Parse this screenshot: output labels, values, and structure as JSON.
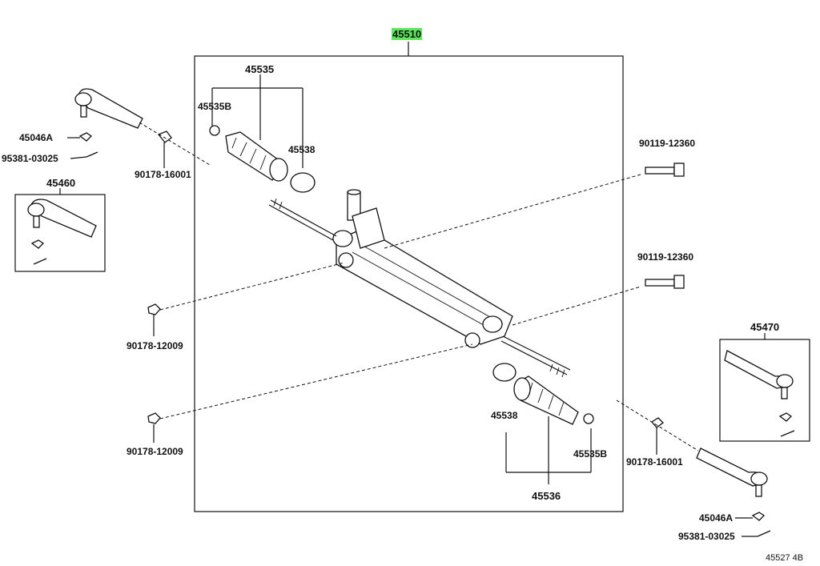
{
  "diagram": {
    "labels": {
      "rack_assembly": "45510",
      "boot_left": "45535",
      "clamp_left": "45535B",
      "band_left": "45538",
      "tie_rod_end_left_nut": "45046A",
      "cotter_pin_left": "95381-03025",
      "nut_left_upper": "90178-16001",
      "tie_rod_end_left_kit": "45460",
      "bolt_upper": "90119-12360",
      "bolt_lower": "90119-12360",
      "nut_mount_upper": "90178-12009",
      "nut_mount_lower": "90178-12009",
      "tie_rod_end_right_kit": "45470",
      "band_right": "45538",
      "clamp_right": "45535B",
      "boot_right": "45536",
      "nut_right_lower": "90178-16001",
      "tie_rod_end_right_nut": "45046A",
      "cotter_pin_right": "95381-03025",
      "figure_code": "45527 4B"
    },
    "highlight_color": "#5ce65c"
  }
}
